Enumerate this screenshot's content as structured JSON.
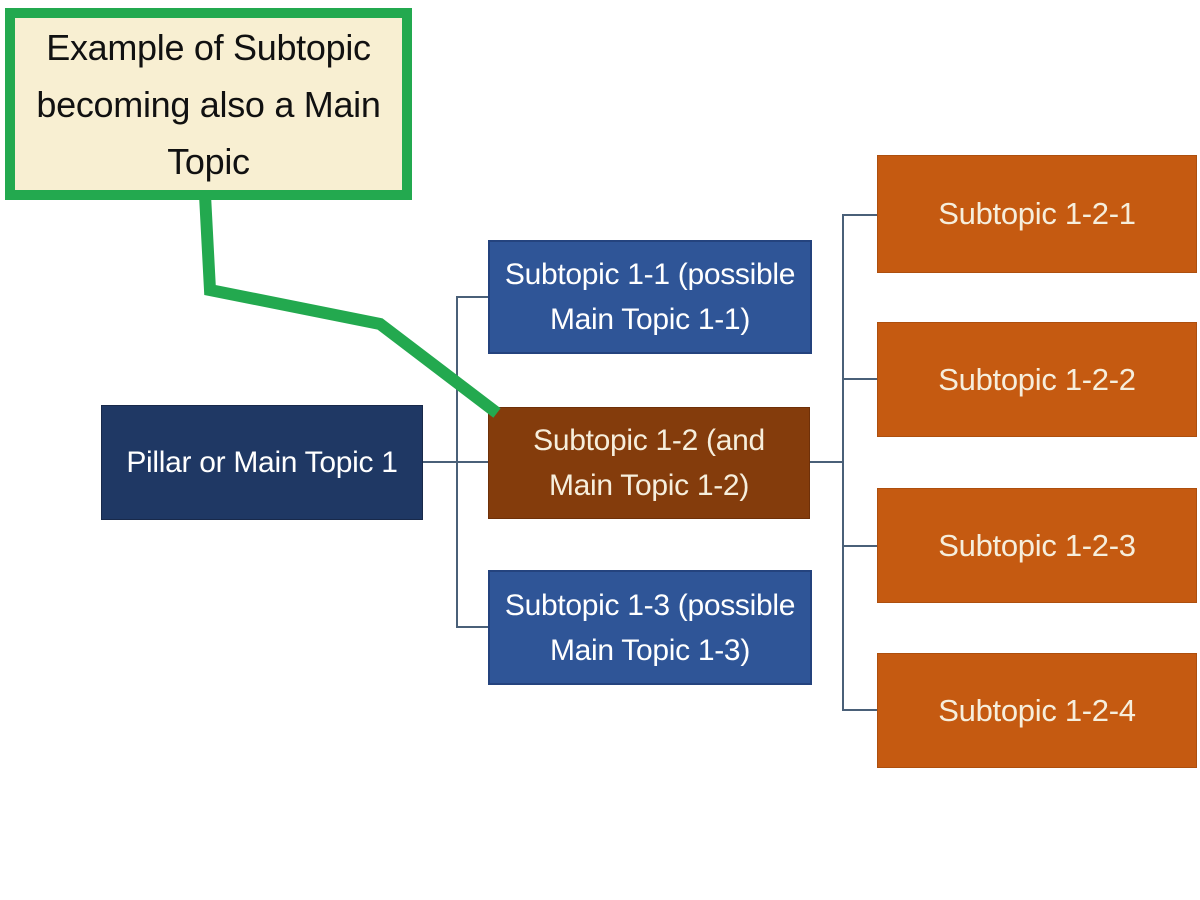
{
  "colors": {
    "background": "#ffffff",
    "callout_fill": "#f8efd2",
    "callout_border_green": "#23a94f",
    "green_pointer_line": "#23a94f",
    "root_navy": "#1f3864",
    "subtopic_blue": "#2f5597",
    "subtopic_brown": "#843c0c",
    "leaf_orange": "#c55a11",
    "connector_line": "#4a6078",
    "text_on_blue": "#ffffff",
    "text_on_warm": "#f6eedc",
    "callout_text": "#111111"
  },
  "callout": {
    "text": "Example of Subtopic\nbecoming also a Main\nTopic"
  },
  "tree": {
    "root": {
      "label": "Pillar or Main Topic 1"
    },
    "subtopics": [
      {
        "label": "Subtopic 1-1 (possible\nMain Topic 1-1)"
      },
      {
        "label": "Subtopic 1-2 (and\nMain Topic 1-2)"
      },
      {
        "label": "Subtopic 1-3 (possible\nMain Topic 1-3)"
      }
    ],
    "leaves": [
      {
        "label": "Subtopic 1-2-1"
      },
      {
        "label": "Subtopic 1-2-2"
      },
      {
        "label": "Subtopic 1-2-3"
      },
      {
        "label": "Subtopic 1-2-4"
      }
    ]
  }
}
